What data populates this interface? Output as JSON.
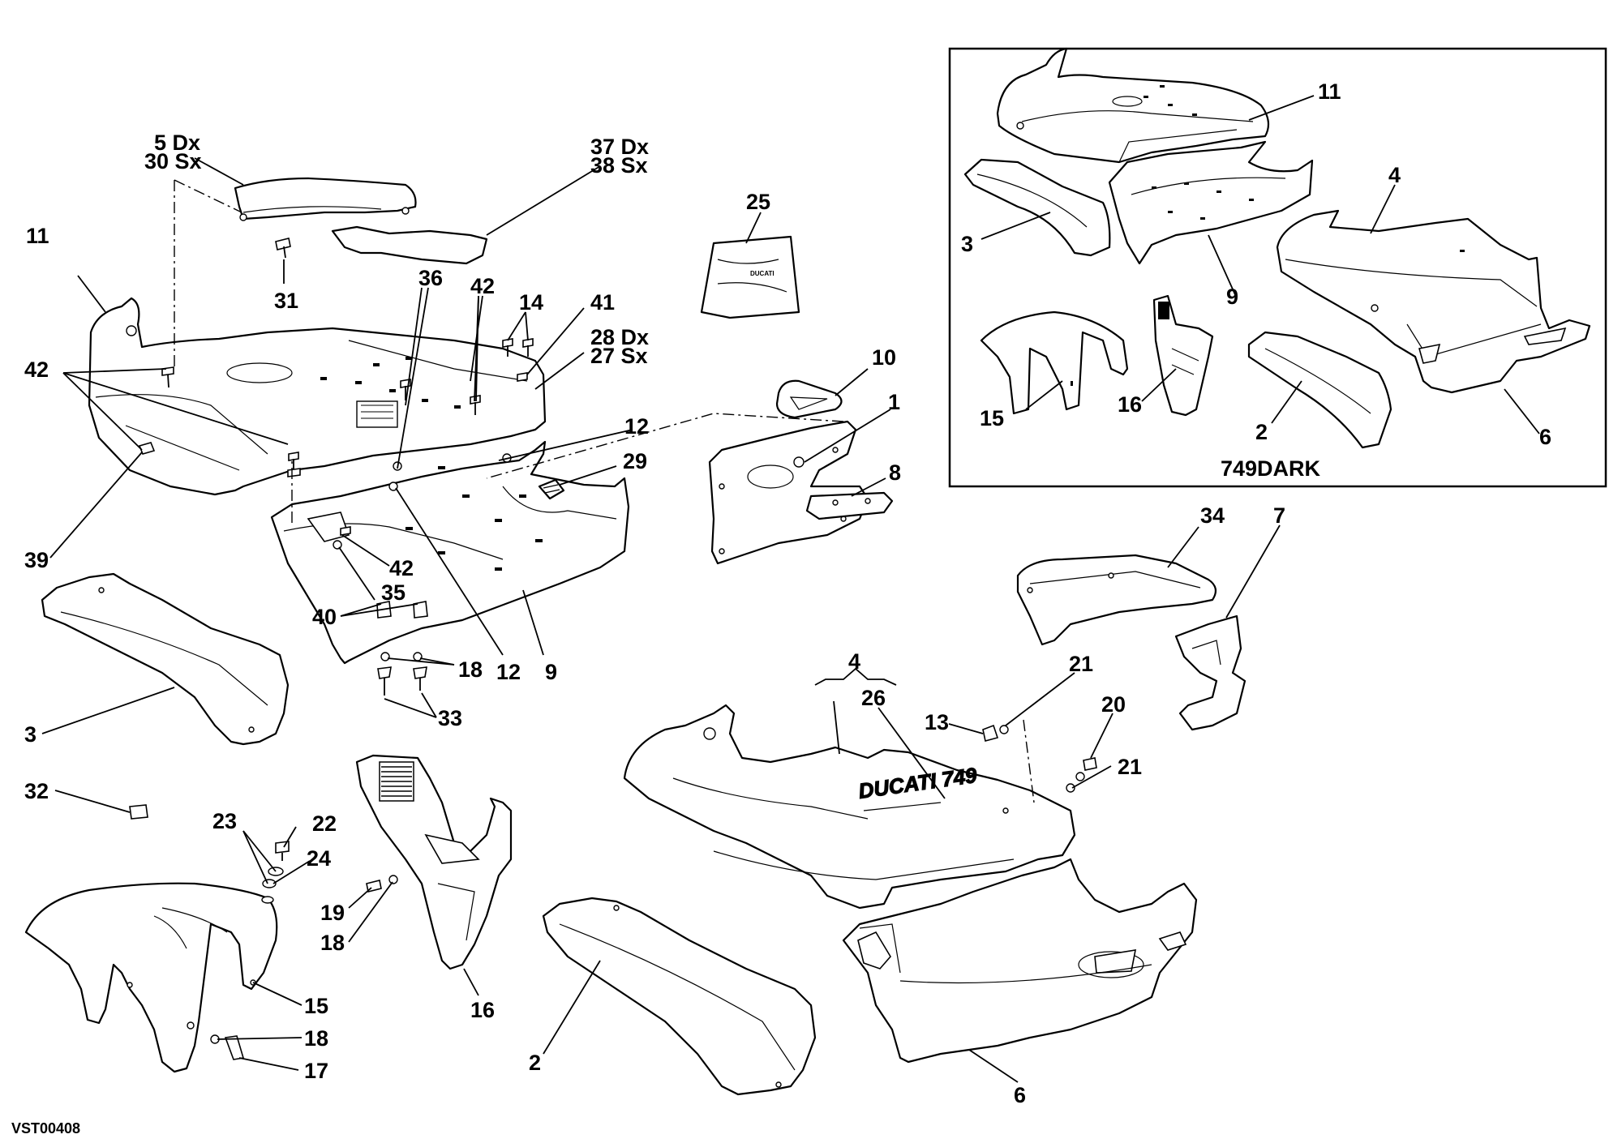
{
  "drawing_code": "VST00408",
  "inset_title": "749DARK",
  "labels": {
    "l5dx": "5 Dx",
    "l30sx": "30 Sx",
    "l37dx": "37 Dx",
    "l38sx": "38 Sx",
    "l31": "31",
    "l25": "25",
    "l11": "11",
    "l36": "36",
    "l42a": "42",
    "l14": "14",
    "l41": "41",
    "l28dx": "28 Dx",
    "l27sx": "27 Sx",
    "l42b": "42",
    "l10": "10",
    "l1": "1",
    "l12a": "12",
    "l29": "29",
    "l8": "8",
    "l39": "39",
    "l42c": "42",
    "l35": "35",
    "l40": "40",
    "l18a": "18",
    "l12b": "12",
    "l9": "9",
    "l33": "33",
    "l3": "3",
    "l34": "34",
    "l7": "7",
    "l4": "4",
    "l26": "26",
    "l21a": "21",
    "l13": "13",
    "l20": "20",
    "l21b": "21",
    "l32": "32",
    "l23": "23",
    "l22": "22",
    "l24": "24",
    "l19": "19",
    "l18b": "18",
    "l15": "15",
    "l18c": "18",
    "l17": "17",
    "l16": "16",
    "l2": "2",
    "l6": "6",
    "i11": "11",
    "i3": "3",
    "i9": "9",
    "i4": "4",
    "i15": "15",
    "i16": "16",
    "i2": "2",
    "i6": "6"
  },
  "colors": {
    "line": "#000000",
    "background": "#ffffff"
  }
}
